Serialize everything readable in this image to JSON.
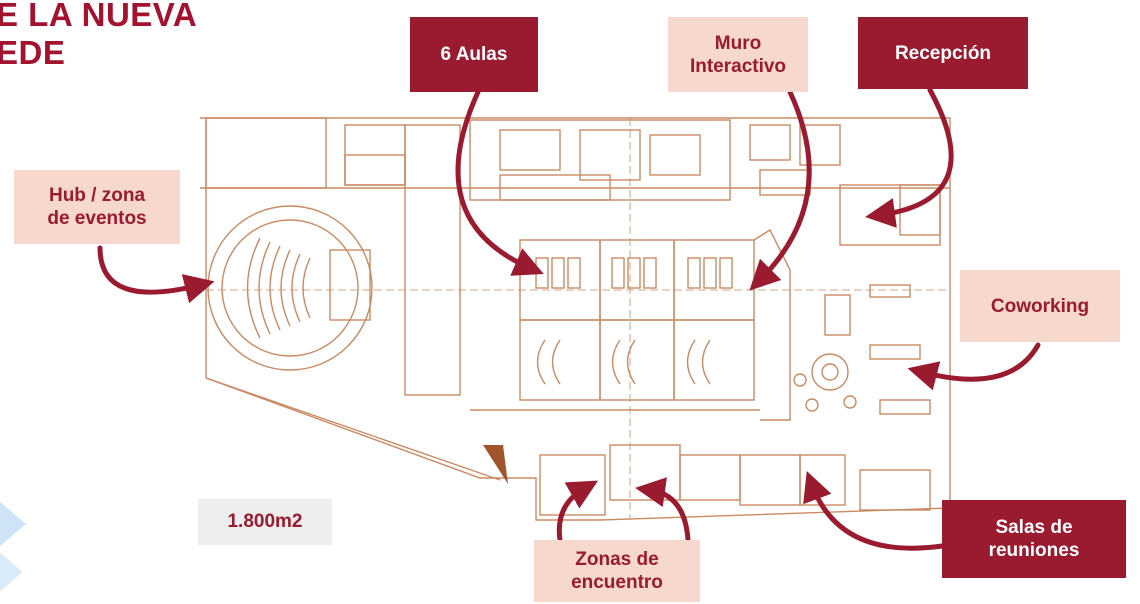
{
  "title": {
    "line1": "E LA NUEVA",
    "line2": "EDE"
  },
  "area_label": "1.800m2",
  "callouts": {
    "aulas": "6 Aulas",
    "muro_line1": "Muro",
    "muro_line2": "Interactivo",
    "recepcion": "Recepción",
    "hub_line1": "Hub / zona",
    "hub_line2": "de eventos",
    "coworking": "Coworking",
    "salas_line1": "Salas de",
    "salas_line2": "reuniones",
    "zonas_line1": "Zonas de",
    "zonas_line2": "encuentro"
  },
  "colors": {
    "brand_dark": "#9a1b2f",
    "callout_light": "#f6d8cf",
    "plan_lines": "#c98a63",
    "accent_blue": "#cfe3f7"
  }
}
